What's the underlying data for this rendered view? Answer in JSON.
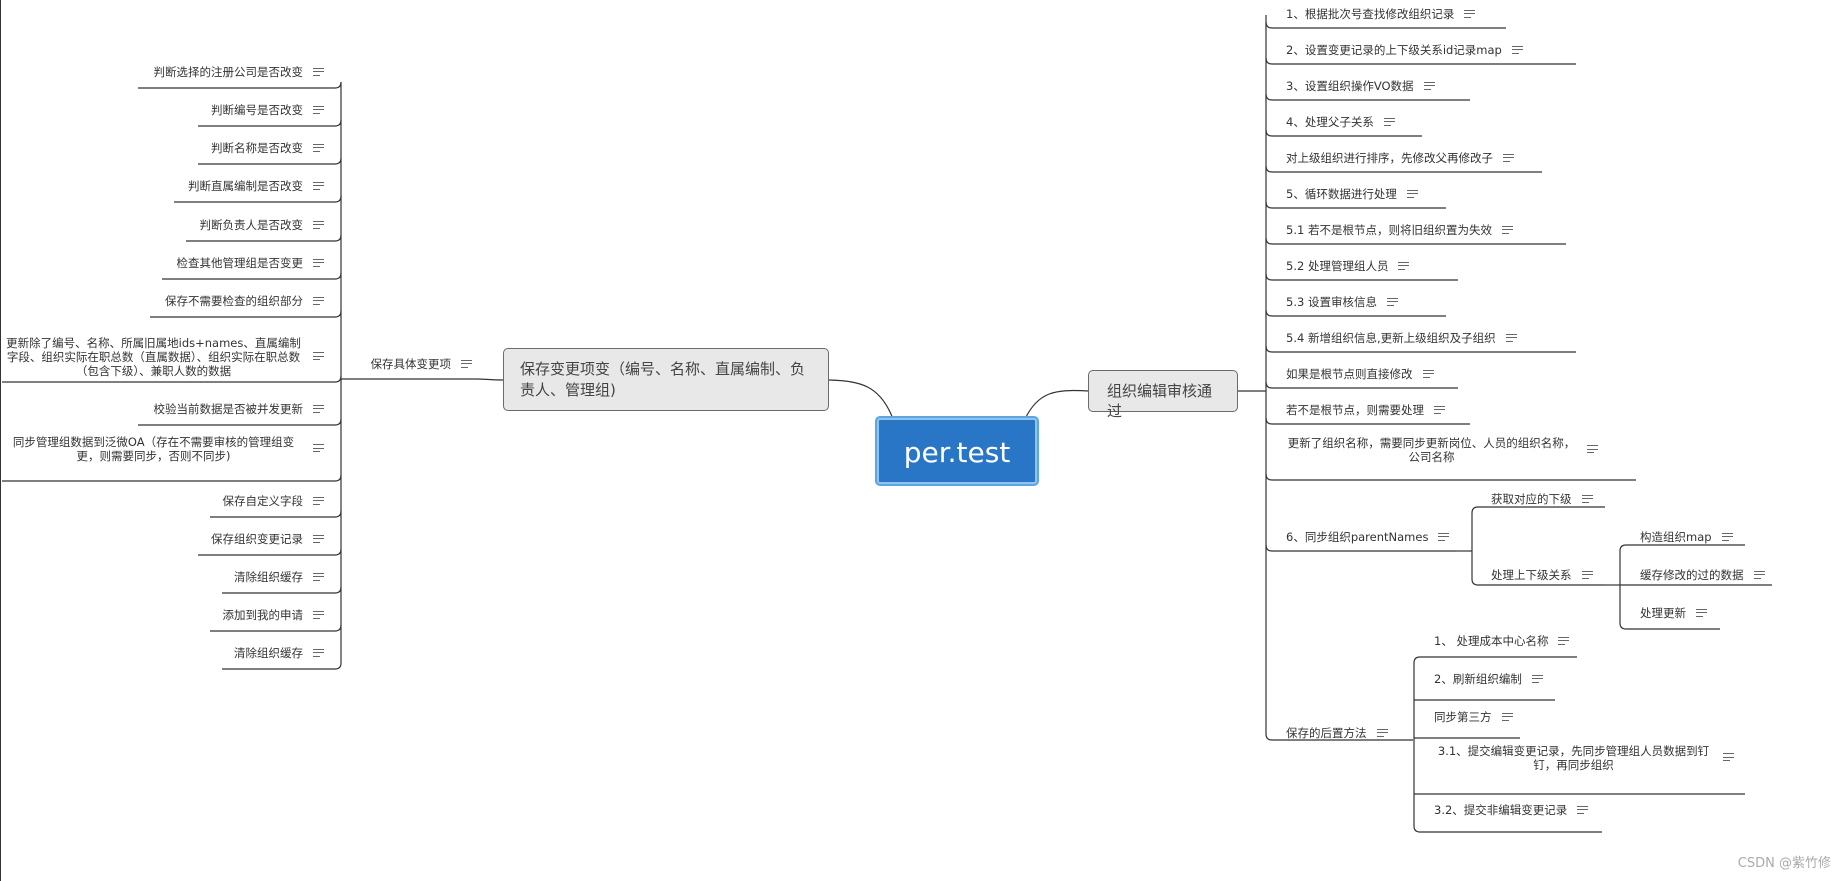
{
  "root": {
    "label": "per.test"
  },
  "left_main": {
    "label": "保存变更项变（编号、名称、直属编制、负责人、管理组)",
    "sub": {
      "label": "保存具体变更项",
      "children": [
        "判断选择的注册公司是否改变",
        "判断编号是否改变",
        "判断名称是否改变",
        "判断直属编制是否改变",
        "判断负责人是否改变",
        "检查其他管理组是否变更",
        "保存不需要检查的组织部分",
        "更新除了编号、名称、所属旧属地ids+names、直属编制字段、组织实际在职总数（直属数据）、组织实际在职总数（包含下级）、兼职人数的数据",
        "校验当前数据是否被并发更新",
        "同步管理组数据到泛微OA（存在不需要审核的管理组变更，则需要同步，否则不同步)",
        "保存自定义字段",
        "保存组织变更记录",
        "清除组织缓存",
        "添加到我的申请",
        "清除组织缓存"
      ]
    }
  },
  "right_main": {
    "label": "组织编辑审核通过",
    "children": [
      "1、根据批次号查找修改组织记录",
      "2、设置变更记录的上下级关系id记录map",
      "3、设置组织操作VO数据",
      "4、处理父子关系",
      "对上级组织进行排序，先修改父再修改子",
      "5、循环数据进行处理",
      "5.1 若不是根节点，则将旧组织置为失效",
      "5.2 处理管理组人员",
      "5.3 设置审核信息",
      "5.4 新增组织信息,更新上级组织及子组织",
      "如果是根节点则直接修改",
      "若不是根节点，则需要处理",
      "更新了组织名称，需要同步更新岗位、人员的组织名称，公司名称"
    ],
    "sync": {
      "label": "6、同步组织parentNames",
      "children": [
        {
          "label": "获取对应的下级"
        },
        {
          "label": "处理上下级关系",
          "children": [
            "构造组织map",
            "缓存修改的过的数据",
            "处理更新"
          ]
        }
      ]
    },
    "post": {
      "label": "保存的后置方法",
      "children": [
        "1、 处理成本中心名称",
        "2、刷新组织编制",
        "同步第三方",
        "3.1、提交编辑变更记录，先同步管理组人员数据到钉钉，再同步组织",
        "3.2、提交非编辑变更记录"
      ]
    }
  },
  "watermark": "CSDN @紫竹修",
  "colors": {
    "root_fill": "#2a76c6",
    "main_fill": "#e8e8e8",
    "line": "#333333"
  },
  "icons": {
    "note": "note-lines-icon"
  }
}
